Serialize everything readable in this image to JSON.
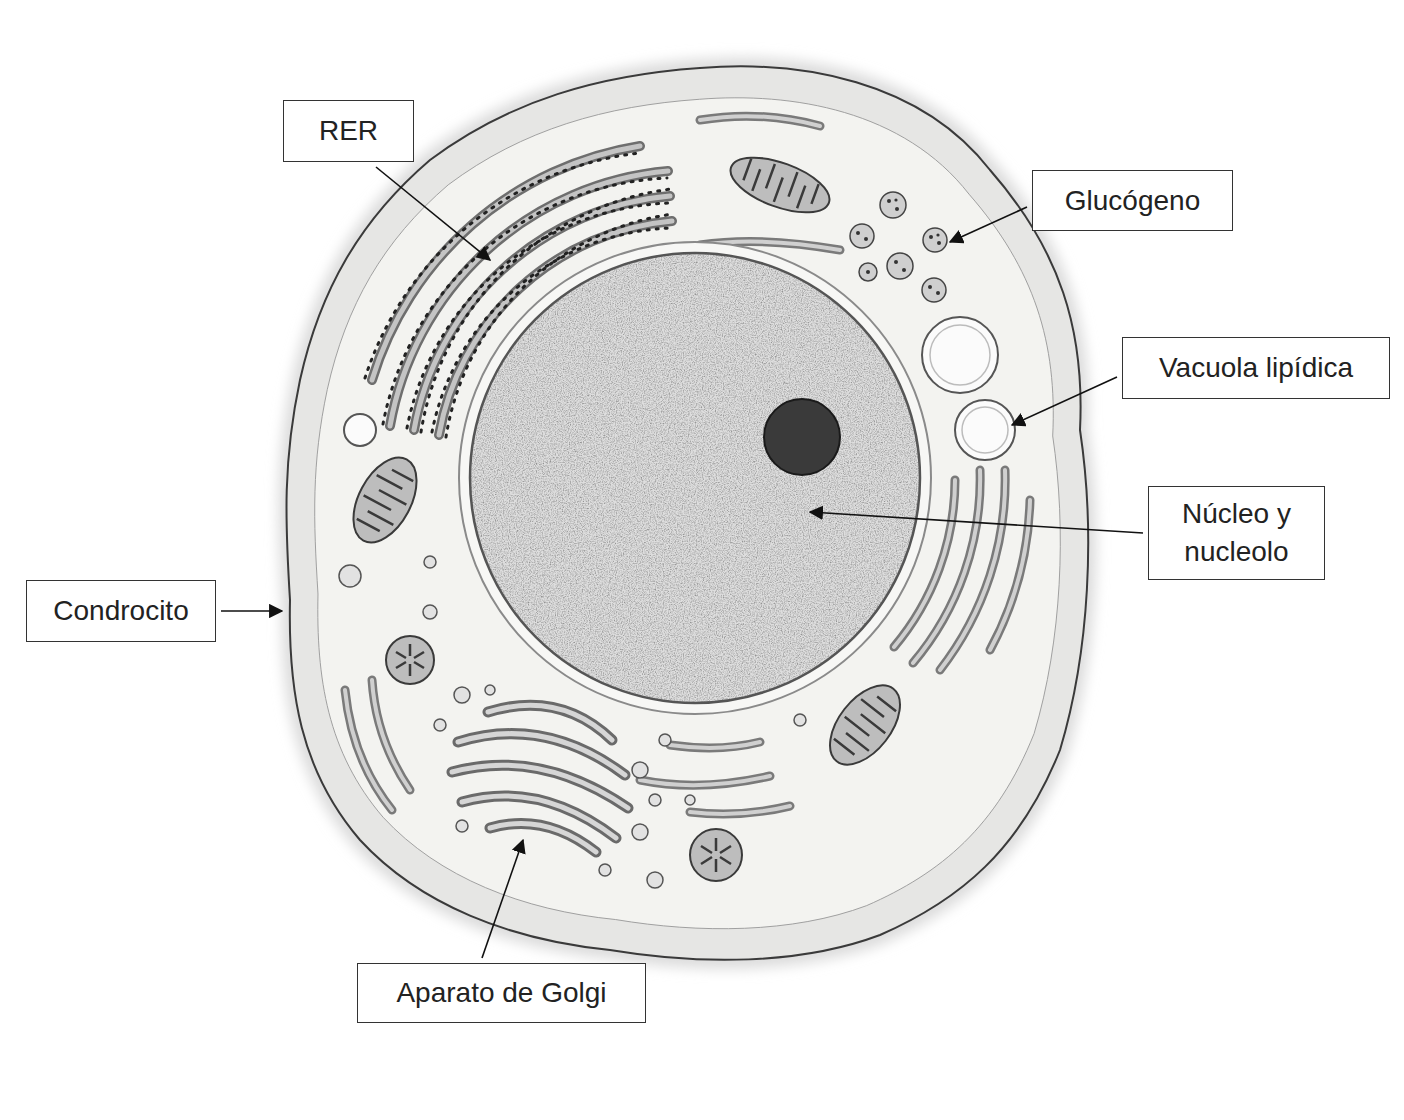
{
  "diagram": {
    "nodes": [
      {
        "text": [
          "RER"
        ]
      },
      {
        "text": [
          "Glucógeno"
        ]
      },
      {
        "text": [
          "Vacuola lipídica"
        ]
      },
      {
        "text": [
          "Núcleo y nucleolo"
        ]
      },
      {
        "text": [
          "Condrocito"
        ]
      },
      {
        "text": [
          "Aparato de Golgi"
        ]
      }
    ]
  }
}
